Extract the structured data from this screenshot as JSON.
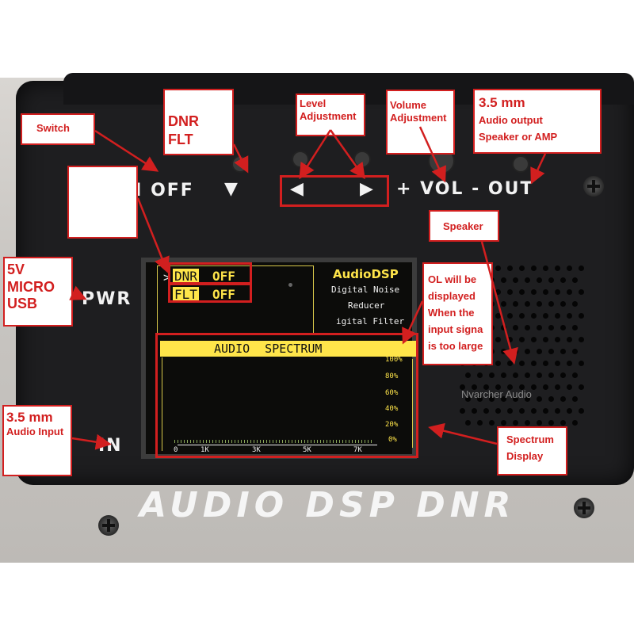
{
  "panel": {
    "power_switch": "N OFF",
    "dnr_flt_button": "▼",
    "level_left": "◀",
    "level_right": "▶",
    "vol_out": "+ VOL - OUT",
    "pwr": "PWR",
    "in": "IN",
    "brand": "AUDIO DSP DNR"
  },
  "lcd": {
    "cursor": ">",
    "dnr_label": "DNR",
    "dnr_value": "OFF",
    "flt_label": "FLT",
    "flt_value": "OFF",
    "title": "AudioDSP",
    "line1": "Digital Noise",
    "line2": "Reducer",
    "line3": "igital Filter",
    "spectrum_header": "AUDIO SPECTRUM",
    "levels": [
      "100%",
      "80%",
      "60%",
      "40%",
      "20%",
      "0%"
    ],
    "freq_ticks": [
      "0",
      "1K",
      "3K",
      "5K",
      "7K"
    ]
  },
  "speaker_brand": "Nvarcher Audio",
  "annotations": {
    "switch": "Switch",
    "dnr_flt": "DNR\nFLT",
    "level": "Level\nAdjustment",
    "volume": "Volume\nAdjustment",
    "out_title": "3.5 mm",
    "out_desc": "Audio output\nSpeaker or AMP",
    "usb": "5V\nMICRO\nUSB",
    "in_title": "3.5 mm",
    "in_desc": "Audio Input",
    "speaker": "Speaker",
    "ol": "OL will be\ndisplayed\nWhen the\ninput signa\nis too large",
    "spectrum": "Spectrum\nDisplay"
  },
  "colors": {
    "annotation_red": "#d21f1f",
    "lcd_yellow": "#ffe54a",
    "lcd_white": "#f0f0f0"
  }
}
